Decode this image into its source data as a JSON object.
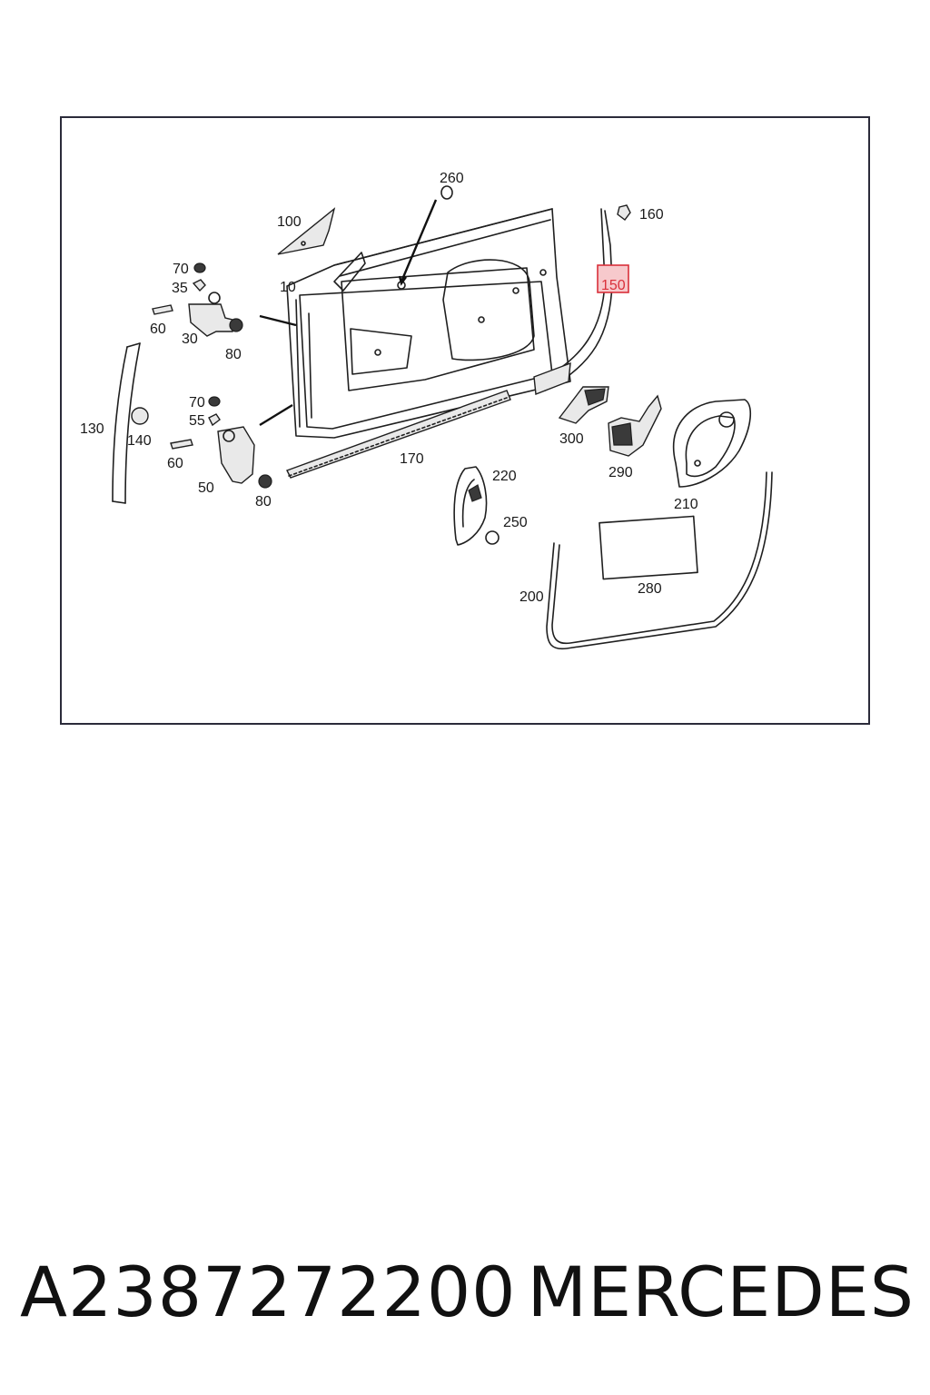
{
  "diagram": {
    "callouts": [
      {
        "id": "260",
        "text": "260"
      },
      {
        "id": "100",
        "text": "100"
      },
      {
        "id": "160",
        "text": "160"
      },
      {
        "id": "70a",
        "text": "70"
      },
      {
        "id": "35",
        "text": "35"
      },
      {
        "id": "10",
        "text": "10"
      },
      {
        "id": "150",
        "text": "150",
        "highlighted": true
      },
      {
        "id": "60a",
        "text": "60"
      },
      {
        "id": "30",
        "text": "30"
      },
      {
        "id": "80a",
        "text": "80"
      },
      {
        "id": "70b",
        "text": "70"
      },
      {
        "id": "55",
        "text": "55"
      },
      {
        "id": "130",
        "text": "130"
      },
      {
        "id": "140",
        "text": "140"
      },
      {
        "id": "300",
        "text": "300"
      },
      {
        "id": "60b",
        "text": "60"
      },
      {
        "id": "170",
        "text": "170"
      },
      {
        "id": "290",
        "text": "290"
      },
      {
        "id": "220",
        "text": "220"
      },
      {
        "id": "50",
        "text": "50"
      },
      {
        "id": "80b",
        "text": "80"
      },
      {
        "id": "210",
        "text": "210"
      },
      {
        "id": "250",
        "text": "250"
      },
      {
        "id": "280",
        "text": "280"
      },
      {
        "id": "200",
        "text": "200"
      }
    ],
    "highlight_color": "#d9303a",
    "highlight_fill": "#f7c9cc"
  },
  "footer": {
    "part_number": "A2387272200",
    "brand": "MERCEDES"
  }
}
